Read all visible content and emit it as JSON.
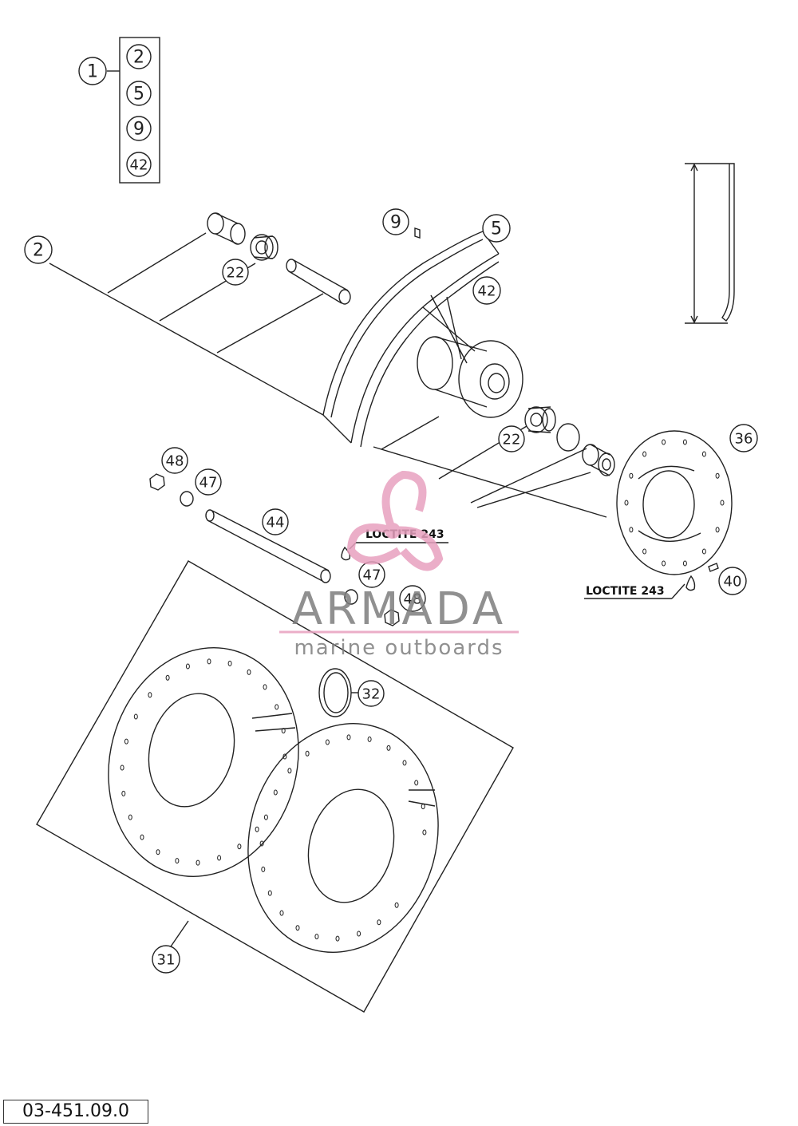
{
  "diagram": {
    "kit": {
      "label": "1",
      "contents": [
        "2",
        "5",
        "9",
        "42"
      ]
    },
    "callouts": {
      "c2": "2",
      "c5": "5",
      "c9": "9",
      "c42": "42",
      "c22a": "22",
      "c22b": "22",
      "c36": "36",
      "c48a": "48",
      "c47a": "47",
      "c44": "44",
      "c47b": "47",
      "c48b": "48",
      "c40": "40",
      "c32": "32",
      "c31": "31"
    },
    "notes": {
      "loctite_axle": "LOCTITE 243",
      "loctite_disc": "LOCTITE 243"
    },
    "drawing_code": "03-451.09.0"
  },
  "watermark": {
    "brand": "ARMADA",
    "tagline": "marine outboards",
    "logo_icon": "propeller-icon",
    "colors": {
      "pink": "#e8a1bf",
      "gray": "#7d7d7d"
    }
  },
  "line_color": "#222222"
}
